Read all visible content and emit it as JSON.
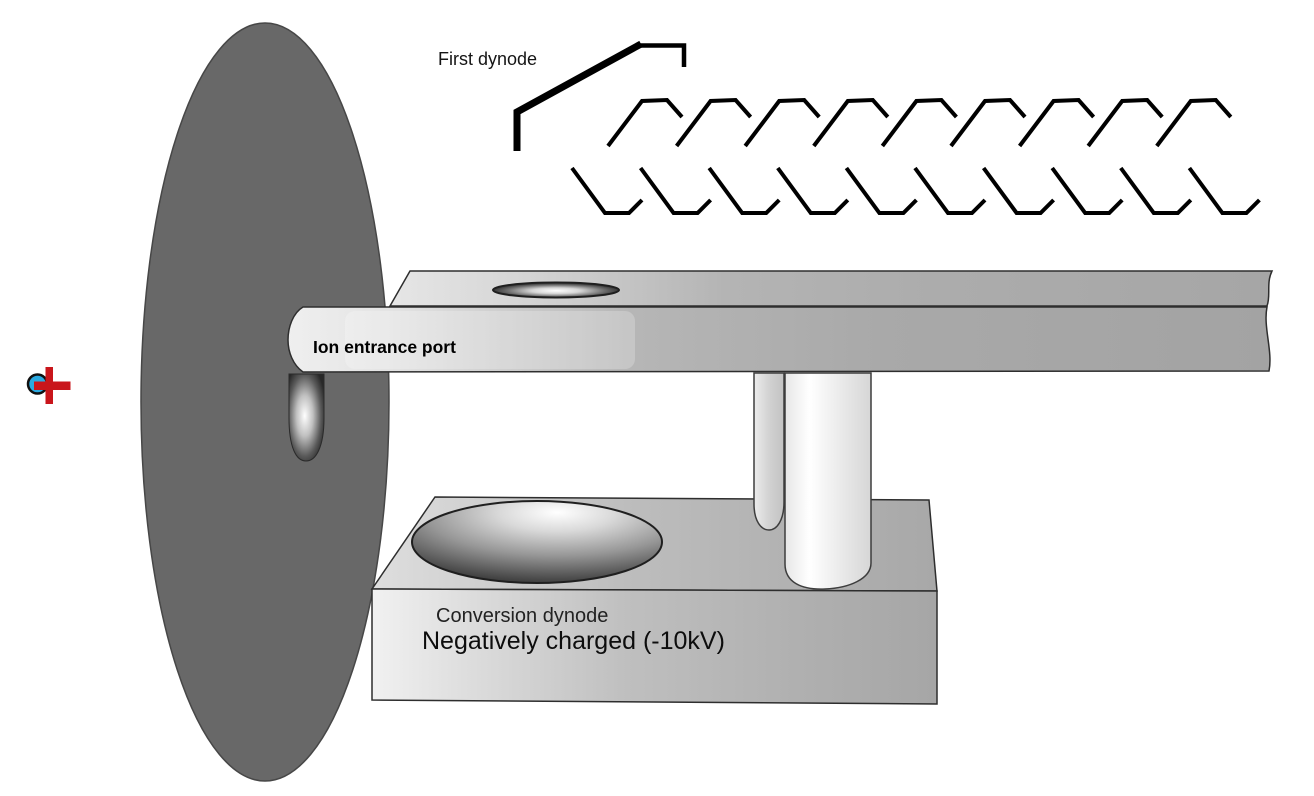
{
  "diagram": {
    "labels": {
      "first_dynode": "First dynode",
      "ion_entrance_port": "Ion entrance port",
      "conversion_dynode": "Conversion dynode",
      "negatively_charged": "Negatively charged (-10kV)"
    },
    "dynode_chain": {
      "upper_count": 9,
      "lower_count": 10
    },
    "ion_symbol": {
      "icon": "positive-ion-icon",
      "circle_color": "#2aa9e0",
      "plus_color": "#c9151b"
    },
    "colors": {
      "disc": "#686868",
      "outline": "#2e2e2e",
      "dynode_stroke": "#000000",
      "background": "#ffffff"
    }
  }
}
